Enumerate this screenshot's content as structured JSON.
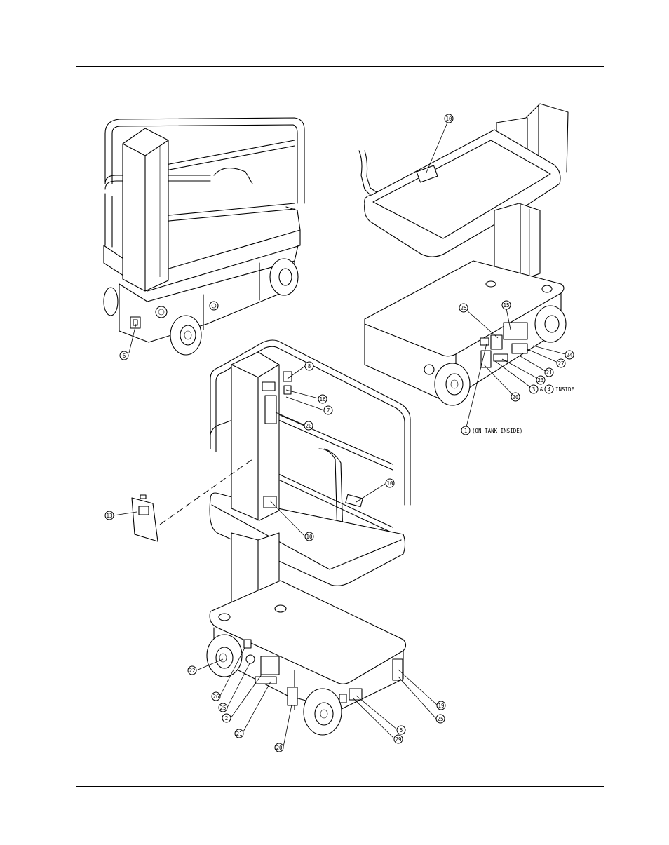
{
  "callouts": [
    {
      "id": "c6",
      "label": "6"
    },
    {
      "id": "c10a",
      "label": "10"
    },
    {
      "id": "c25a",
      "label": "25"
    },
    {
      "id": "c15",
      "label": "15"
    },
    {
      "id": "c24",
      "label": "24"
    },
    {
      "id": "c27",
      "label": "27"
    },
    {
      "id": "c21a",
      "label": "21"
    },
    {
      "id": "c23",
      "label": "23"
    },
    {
      "id": "c3",
      "label": "3"
    },
    {
      "id": "c4",
      "label": "4"
    },
    {
      "id": "c20a",
      "label": "20"
    },
    {
      "id": "c1",
      "label": "1"
    },
    {
      "id": "c8",
      "label": "8"
    },
    {
      "id": "c16",
      "label": "16"
    },
    {
      "id": "c7",
      "label": "7"
    },
    {
      "id": "c20b",
      "label": "20"
    },
    {
      "id": "c13",
      "label": "13"
    },
    {
      "id": "c10b",
      "label": "10"
    },
    {
      "id": "c10c",
      "label": "10"
    },
    {
      "id": "c22",
      "label": "22"
    },
    {
      "id": "c26",
      "label": "26"
    },
    {
      "id": "c25b",
      "label": "25"
    },
    {
      "id": "c2",
      "label": "2"
    },
    {
      "id": "c21b",
      "label": "21"
    },
    {
      "id": "c20c",
      "label": "20"
    },
    {
      "id": "c19",
      "label": "19"
    },
    {
      "id": "c25c",
      "label": "25"
    },
    {
      "id": "c5",
      "label": "5"
    },
    {
      "id": "c29",
      "label": "29"
    }
  ],
  "notes": {
    "amp": "&",
    "inside": "INSIDE",
    "on_tank_inside": "(ON TANK INSIDE)"
  }
}
